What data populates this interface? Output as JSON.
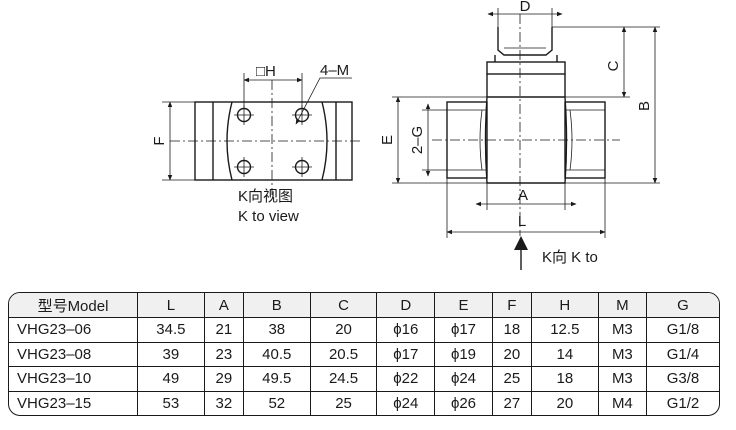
{
  "labels": {
    "h": "□H",
    "thread_count": "4–M",
    "f": "F",
    "k_view_cn": "K向视图",
    "k_view_en": "K to view",
    "d": "D",
    "c": "C",
    "b": "B",
    "e": "E",
    "g": "2–G",
    "a": "A",
    "l": "L",
    "k_arrow": "K向 K to"
  },
  "table": {
    "headers": [
      "型号Model",
      "L",
      "A",
      "B",
      "C",
      "D",
      "E",
      "F",
      "H",
      "M",
      "G"
    ],
    "rows": [
      [
        "VHG23–06",
        "34.5",
        "21",
        "38",
        "20",
        "ϕ16",
        "ϕ17",
        "18",
        "12.5",
        "M3",
        "G1/8"
      ],
      [
        "VHG23–08",
        "39",
        "23",
        "40.5",
        "20.5",
        "ϕ17",
        "ϕ19",
        "20",
        "14",
        "M3",
        "G1/4"
      ],
      [
        "VHG23–10",
        "49",
        "29",
        "49.5",
        "24.5",
        "ϕ22",
        "ϕ24",
        "25",
        "18",
        "M3",
        "G3/8"
      ],
      [
        "VHG23–15",
        "53",
        "32",
        "52",
        "25",
        "ϕ24",
        "ϕ26",
        "27",
        "20",
        "M4",
        "G1/2"
      ]
    ]
  }
}
